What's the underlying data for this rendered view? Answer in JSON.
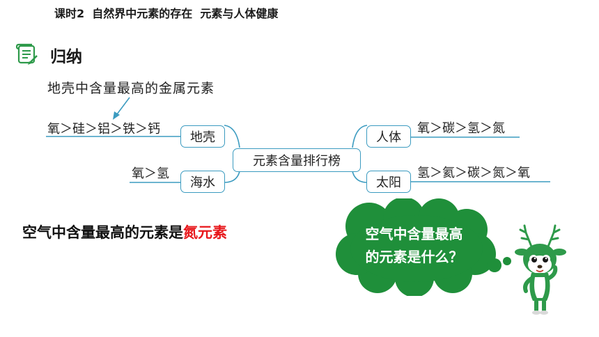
{
  "header": {
    "title": "课时2  自然界中元素的存在  元素与人体健康"
  },
  "section": {
    "icon": "summary-scroll-icon",
    "label": "归纳"
  },
  "diagram": {
    "callout": "地壳中含量最高的金属元素",
    "center": "元素含量排行榜",
    "branches": {
      "crust": {
        "label": "地壳",
        "sequence": "氧＞硅＞铝＞铁＞钙"
      },
      "ocean": {
        "label": "海水",
        "sequence": "氧＞氢"
      },
      "human": {
        "label": "人体",
        "sequence": "氧＞碳＞氢＞氮"
      },
      "sun": {
        "label": "太阳",
        "sequence": "氢＞氦＞碳＞氮＞氧"
      }
    },
    "line_color": "#3b9bc0"
  },
  "bottom": {
    "statement": "空气中含量最高的元素是",
    "answer": "氮元素",
    "answer_color": "#e8171b"
  },
  "bubble": {
    "line1": "空气中含量最高",
    "line2": "的元素是什么？",
    "color": "#1f8f3a"
  },
  "mascot": {
    "icon": "deer-mascot-icon"
  }
}
